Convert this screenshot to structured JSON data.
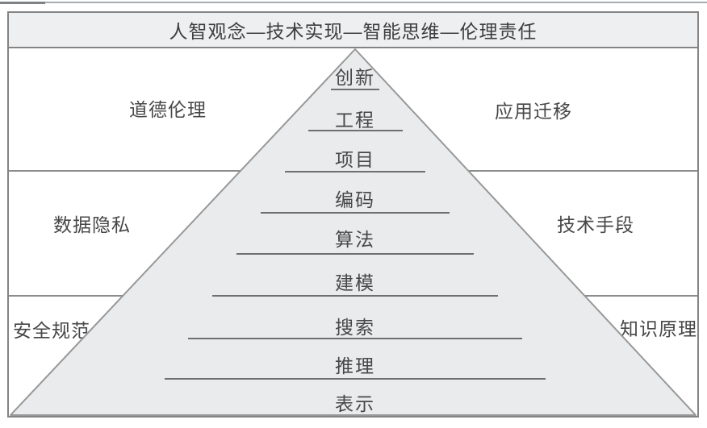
{
  "header": {
    "title": "人智观念—技术实现—智能思维—伦理责任"
  },
  "pyramid": {
    "levels": [
      {
        "label": "创新"
      },
      {
        "label": "工程"
      },
      {
        "label": "项目"
      },
      {
        "label": "编码"
      },
      {
        "label": "算法"
      },
      {
        "label": "建模"
      },
      {
        "label": "搜索"
      },
      {
        "label": "推理"
      },
      {
        "label": "表示"
      }
    ]
  },
  "sides": {
    "items": [
      {
        "label": "道德伦理",
        "position": "left-top"
      },
      {
        "label": "应用迁移",
        "position": "right-top"
      },
      {
        "label": "数据隐私",
        "position": "left-middle"
      },
      {
        "label": "技术手段",
        "position": "right-middle"
      },
      {
        "label": "安全规范",
        "position": "left-bottom"
      },
      {
        "label": "知识原理",
        "position": "right-bottom"
      }
    ]
  },
  "colors": {
    "panel_fill": "#edeff1",
    "pyramid_fill": "#e9ebed",
    "frame_border": "#848484",
    "pyramid_stroke": "#989898",
    "text": "#474747",
    "underline": "#6f6f6f"
  }
}
